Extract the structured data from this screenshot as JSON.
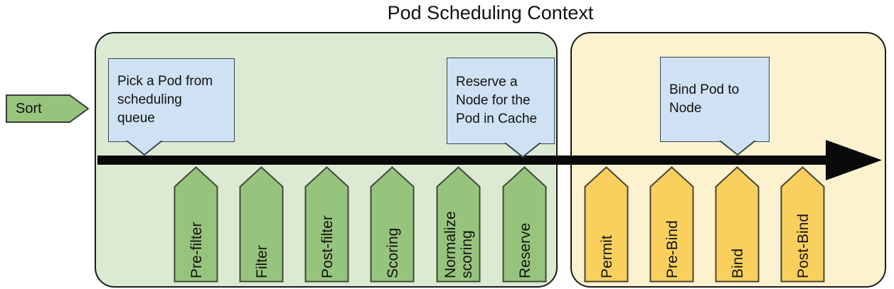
{
  "title": "Pod Scheduling Context",
  "sort": {
    "label": "Sort"
  },
  "scheduling_cycle": {
    "callout_pick": "Pick a Pod from\nscheduling\nqueue",
    "callout_reserve": "Reserve a\nNode for the\nPod in Cache",
    "stages": [
      "Pre-filter",
      "Filter",
      "Post-filter",
      "Scoring",
      "Normalize\nscoring",
      "Reserve"
    ]
  },
  "binding_cycle": {
    "callout_bind": "Bind Pod to\nNode",
    "stages": [
      "Permit",
      "Pre-Bind",
      "Bind",
      "Post-Bind"
    ]
  },
  "colors": {
    "scheduling_bg": "#dcead3",
    "binding_bg": "#fdf2cf",
    "stage_green": "#97c47d",
    "stage_yellow": "#f9d05e",
    "callout_bg": "#cfe2f3",
    "arrow_black": "#0a0a0a"
  }
}
